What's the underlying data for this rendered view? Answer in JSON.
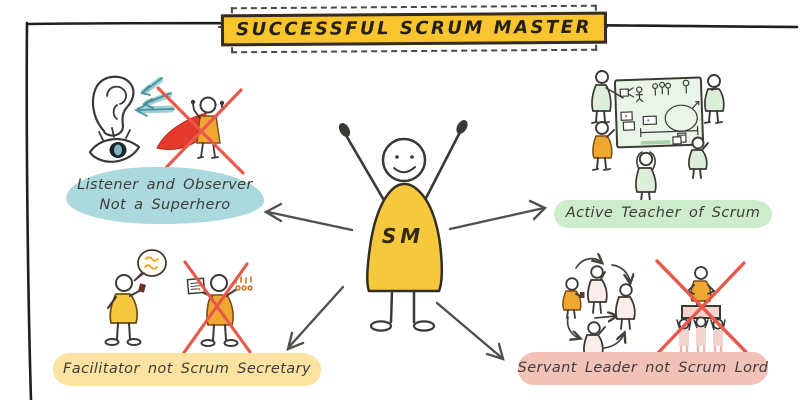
{
  "title": {
    "text": "SUCCESSFUL SCRUM MASTER"
  },
  "center": {
    "figure_label": "SM",
    "description": "scrum-master-stick-figure"
  },
  "nodes": [
    {
      "id": "listener",
      "lines": [
        "Listener and Observer",
        "Not a Superhero"
      ],
      "highlight": "#abd9dd",
      "icons": [
        "ear-icon",
        "eye-icon",
        "crossed-superhero-icon"
      ]
    },
    {
      "id": "teacher",
      "lines": [
        "Active Teacher of Scrum"
      ],
      "highlight": "#cdeccb",
      "icons": [
        "scrum-board-icon",
        "teaching-figures-icon"
      ]
    },
    {
      "id": "facilitator",
      "lines": [
        "Facilitator not Scrum Secretary"
      ],
      "highlight": "#fce3a1",
      "icons": [
        "speech-bubble-icon",
        "crossed-secretary-icon"
      ]
    },
    {
      "id": "servant",
      "lines": [
        "Servant Leader not Scrum Lord"
      ],
      "highlight": "#f2c2b9",
      "icons": [
        "team-cycle-icon",
        "crossed-scrum-lord-icon"
      ]
    }
  ],
  "colors": {
    "ink": "#3a3934",
    "title_bg": "#f9c52f",
    "dress_yellow": "#f6c83e",
    "figure_orange": "#f0a732",
    "cape_red": "#e53a2b",
    "cross_red": "#e8594c",
    "teal_accent": "#8fc6cd",
    "teal_dark": "#47929e",
    "board_green": "#e9f5e8",
    "green_tint": "#ddefdb",
    "pink_tint": "#f3d3cd",
    "pink_dress": "#fbeeea",
    "arrow": "#52504a"
  }
}
